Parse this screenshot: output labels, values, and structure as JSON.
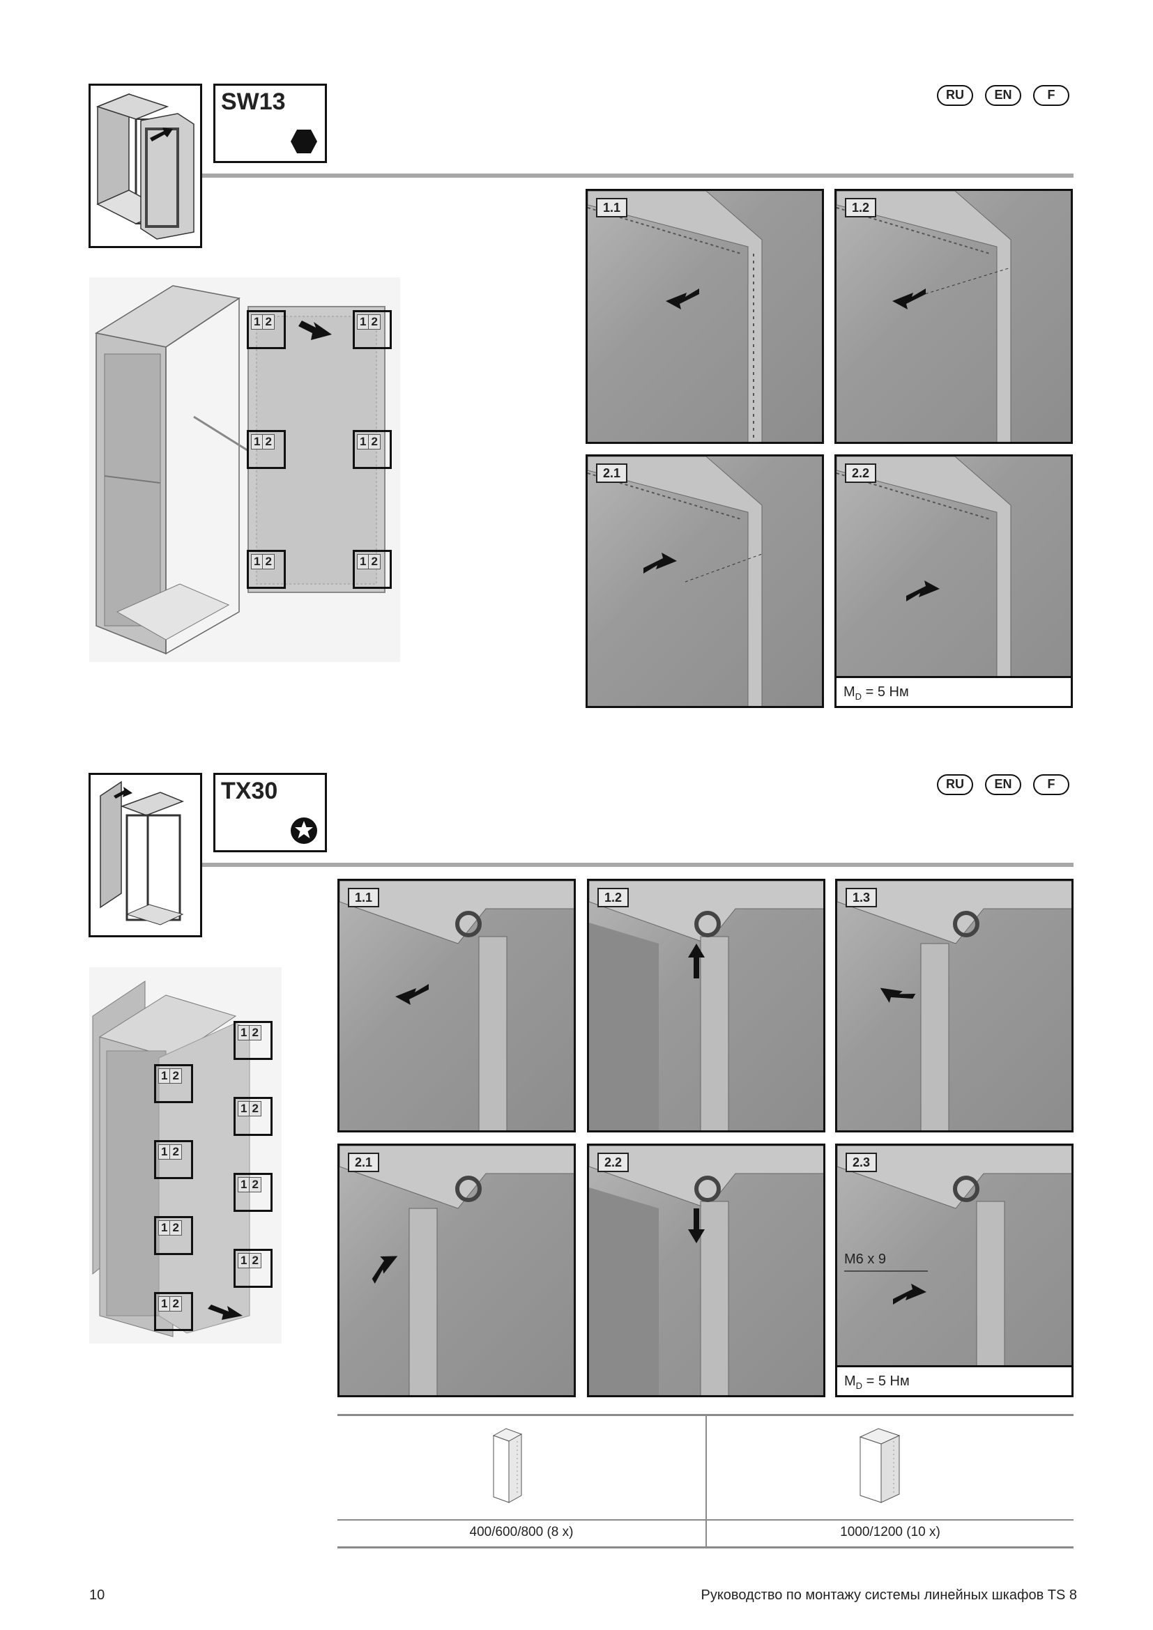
{
  "section1": {
    "tool_label": "SW13",
    "tool_icon": "hex-socket-icon",
    "languages": [
      "RU",
      "EN",
      "F"
    ],
    "callout_tags": [
      "1",
      "2"
    ],
    "steps": [
      "1.1",
      "1.2",
      "2.1",
      "2.2"
    ],
    "torque": "M",
    "torque_sub": "D",
    "torque_value": " = 5 Нм"
  },
  "section2": {
    "tool_label": "TX30",
    "tool_icon": "torx-star-icon",
    "languages": [
      "RU",
      "EN",
      "F"
    ],
    "callout_tags": [
      "1",
      "2"
    ],
    "steps": [
      "1.1",
      "1.2",
      "1.3",
      "2.1",
      "2.2",
      "2.3"
    ],
    "screw_label": "M6 x 9",
    "torque": "M",
    "torque_sub": "D",
    "torque_value": " = 5 Нм"
  },
  "table": {
    "col1": "400/600/800 (8 x)",
    "col2": "1000/1200 (10 x)"
  },
  "footer": {
    "page_number": "10",
    "title": "Руководство по монтажу системы линейных шкафов TS 8"
  }
}
